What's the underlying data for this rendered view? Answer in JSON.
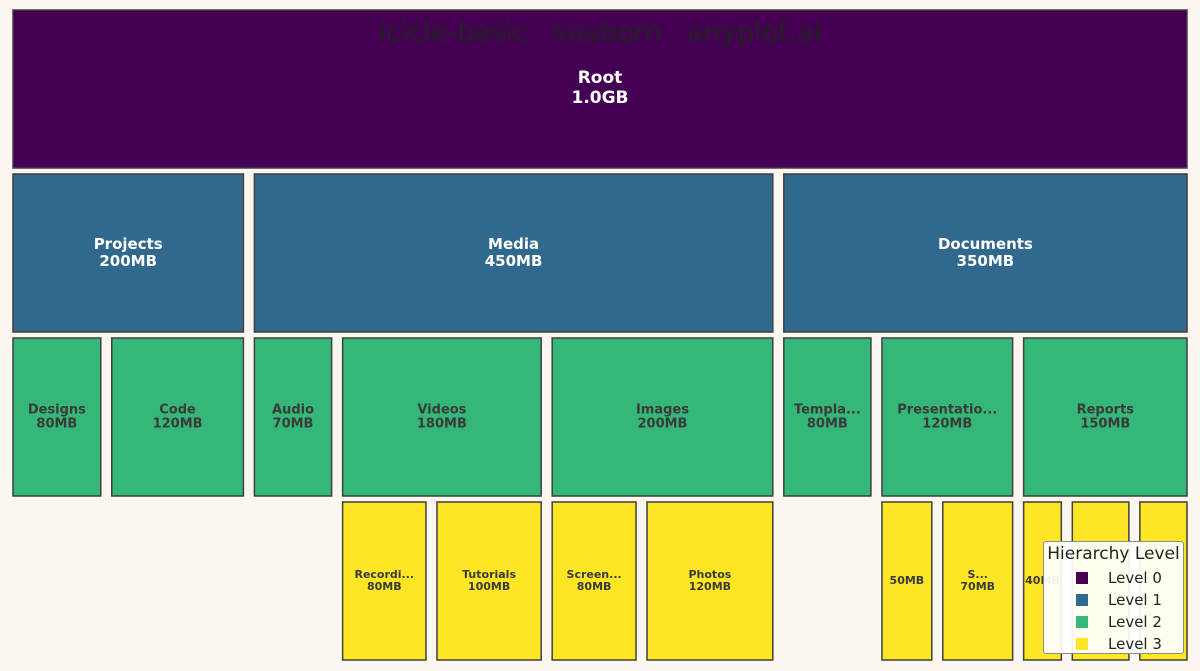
{
  "chart_data": {
    "type": "icicle",
    "title": "icicle-basic · seaborn · anyplot.ai",
    "nodes": [
      {
        "id": "root",
        "name": "Root",
        "value": 1000,
        "value_label": "1.0GB",
        "level": 0,
        "parent": null
      },
      {
        "id": "projects",
        "name": "Projects",
        "value": 200,
        "value_label": "200MB",
        "level": 1,
        "parent": "root"
      },
      {
        "id": "media",
        "name": "Media",
        "value": 450,
        "value_label": "450MB",
        "level": 1,
        "parent": "root"
      },
      {
        "id": "documents",
        "name": "Documents",
        "value": 350,
        "value_label": "350MB",
        "level": 1,
        "parent": "root"
      },
      {
        "id": "designs",
        "name": "Designs",
        "value": 80,
        "value_label": "80MB",
        "level": 2,
        "parent": "projects"
      },
      {
        "id": "code",
        "name": "Code",
        "value": 120,
        "value_label": "120MB",
        "level": 2,
        "parent": "projects"
      },
      {
        "id": "audio",
        "name": "Audio",
        "value": 70,
        "value_label": "70MB",
        "level": 2,
        "parent": "media"
      },
      {
        "id": "videos",
        "name": "Videos",
        "value": 180,
        "value_label": "180MB",
        "level": 2,
        "parent": "media"
      },
      {
        "id": "images",
        "name": "Images",
        "value": 200,
        "value_label": "200MB",
        "level": 2,
        "parent": "media"
      },
      {
        "id": "templates",
        "name": "Templa...",
        "value": 80,
        "value_label": "80MB",
        "level": 2,
        "parent": "documents"
      },
      {
        "id": "presentations",
        "name": "Presentatio...",
        "value": 120,
        "value_label": "120MB",
        "level": 2,
        "parent": "documents"
      },
      {
        "id": "reports",
        "name": "Reports",
        "value": 150,
        "value_label": "150MB",
        "level": 2,
        "parent": "documents"
      },
      {
        "id": "recordings",
        "name": "Recordi...",
        "value": 80,
        "value_label": "80MB",
        "level": 3,
        "parent": "videos"
      },
      {
        "id": "tutorials",
        "name": "Tutorials",
        "value": 100,
        "value_label": "100MB",
        "level": 3,
        "parent": "videos"
      },
      {
        "id": "screenshots",
        "name": "Screen...",
        "value": 80,
        "value_label": "80MB",
        "level": 3,
        "parent": "images"
      },
      {
        "id": "photos",
        "name": "Photos",
        "value": 120,
        "value_label": "120MB",
        "level": 3,
        "parent": "images"
      },
      {
        "id": "pres-a",
        "name": "",
        "value": 50,
        "value_label": "50MB",
        "level": 3,
        "parent": "presentations"
      },
      {
        "id": "pres-b",
        "name": "S...",
        "value": 70,
        "value_label": "70MB",
        "level": 3,
        "parent": "presentations"
      },
      {
        "id": "rep-a",
        "name": "",
        "value": 40,
        "value_label": "40MB",
        "level": 3,
        "parent": "reports"
      },
      {
        "id": "rep-b",
        "name": "",
        "value": 60,
        "value_label": "",
        "level": 3,
        "parent": "reports"
      },
      {
        "id": "rep-c",
        "name": "",
        "value": 50,
        "value_label": "",
        "level": 3,
        "parent": "reports"
      }
    ],
    "level_colors": [
      "#440154",
      "#31688E",
      "#35B779",
      "#FDE725"
    ],
    "label_colors": [
      "#FFFFFF",
      "#FFFFFF",
      "#3a3a3a",
      "#3a3a3a"
    ],
    "edge_color": "#3F3F3F",
    "legend": {
      "title": "Hierarchy Level",
      "position": "lower-right",
      "items": [
        "Level 0",
        "Level 1",
        "Level 2",
        "Level 3"
      ]
    }
  }
}
